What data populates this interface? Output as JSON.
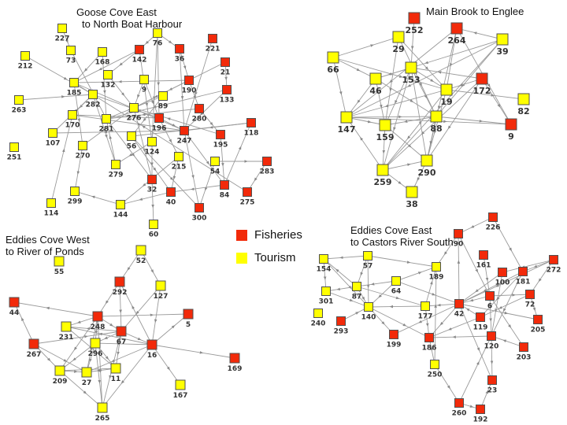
{
  "colors": {
    "fisheries": "#f22a0a",
    "tourism": "#ffff00",
    "edge": "#9a9a9a",
    "node_border": "#505050"
  },
  "legend": [
    {
      "label": "Fisheries",
      "type": "fisheries"
    },
    {
      "label": "Tourism",
      "type": "tourism"
    }
  ],
  "panels": [
    {
      "title": [
        "Goose Cove East",
        "to North Boat Harbour"
      ],
      "nodes": [
        {
          "id": "76",
          "type": "tourism"
        },
        {
          "id": "227",
          "type": "tourism"
        },
        {
          "id": "73",
          "type": "tourism"
        },
        {
          "id": "212",
          "type": "tourism"
        },
        {
          "id": "168",
          "type": "tourism"
        },
        {
          "id": "142",
          "type": "fisheries"
        },
        {
          "id": "36",
          "type": "fisheries"
        },
        {
          "id": "221",
          "type": "fisheries"
        },
        {
          "id": "21",
          "type": "fisheries"
        },
        {
          "id": "132",
          "type": "tourism"
        },
        {
          "id": "9",
          "type": "tourism"
        },
        {
          "id": "190",
          "type": "fisheries"
        },
        {
          "id": "133",
          "type": "fisheries"
        },
        {
          "id": "185",
          "type": "tourism"
        },
        {
          "id": "282",
          "type": "tourism"
        },
        {
          "id": "89",
          "type": "tourism"
        },
        {
          "id": "263",
          "type": "tourism"
        },
        {
          "id": "276",
          "type": "tourism"
        },
        {
          "id": "280",
          "type": "fisheries"
        },
        {
          "id": "170",
          "type": "tourism"
        },
        {
          "id": "281",
          "type": "tourism"
        },
        {
          "id": "196",
          "type": "fisheries"
        },
        {
          "id": "118",
          "type": "fisheries"
        },
        {
          "id": "247",
          "type": "fisheries"
        },
        {
          "id": "195",
          "type": "fisheries"
        },
        {
          "id": "107",
          "type": "tourism"
        },
        {
          "id": "56",
          "type": "tourism"
        },
        {
          "id": "124",
          "type": "tourism"
        },
        {
          "id": "270",
          "type": "tourism"
        },
        {
          "id": "251",
          "type": "tourism"
        },
        {
          "id": "215",
          "type": "tourism"
        },
        {
          "id": "54",
          "type": "tourism"
        },
        {
          "id": "283",
          "type": "fisheries"
        },
        {
          "id": "279",
          "type": "tourism"
        },
        {
          "id": "32",
          "type": "fisheries"
        },
        {
          "id": "84",
          "type": "fisheries"
        },
        {
          "id": "40",
          "type": "fisheries"
        },
        {
          "id": "275",
          "type": "fisheries"
        },
        {
          "id": "299",
          "type": "tourism"
        },
        {
          "id": "114",
          "type": "tourism"
        },
        {
          "id": "144",
          "type": "tourism"
        },
        {
          "id": "300",
          "type": "fisheries"
        },
        {
          "id": "60",
          "type": "tourism"
        }
      ],
      "edges": [
        [
          "76",
          "142"
        ],
        [
          "76",
          "36"
        ],
        [
          "76",
          "196"
        ],
        [
          "76",
          "124"
        ],
        [
          "142",
          "185"
        ],
        [
          "142",
          "132"
        ],
        [
          "142",
          "124"
        ],
        [
          "36",
          "190"
        ],
        [
          "36",
          "247"
        ],
        [
          "221",
          "247"
        ],
        [
          "21",
          "133"
        ],
        [
          "21",
          "276"
        ],
        [
          "133",
          "247"
        ],
        [
          "133",
          "281"
        ],
        [
          "190",
          "276"
        ],
        [
          "190",
          "280"
        ],
        [
          "190",
          "185"
        ],
        [
          "168",
          "185"
        ],
        [
          "168",
          "281"
        ],
        [
          "227",
          "73"
        ],
        [
          "73",
          "281"
        ],
        [
          "212",
          "282"
        ],
        [
          "263",
          "282"
        ],
        [
          "185",
          "270"
        ],
        [
          "185",
          "247"
        ],
        [
          "282",
          "170"
        ],
        [
          "282",
          "279"
        ],
        [
          "282",
          "196"
        ],
        [
          "132",
          "276"
        ],
        [
          "9",
          "276"
        ],
        [
          "9",
          "196"
        ],
        [
          "89",
          "281"
        ],
        [
          "89",
          "56"
        ],
        [
          "276",
          "270"
        ],
        [
          "276",
          "32"
        ],
        [
          "280",
          "281"
        ],
        [
          "280",
          "195"
        ],
        [
          "196",
          "247"
        ],
        [
          "196",
          "215"
        ],
        [
          "196",
          "170"
        ],
        [
          "118",
          "56"
        ],
        [
          "118",
          "247"
        ],
        [
          "247",
          "107"
        ],
        [
          "247",
          "300"
        ],
        [
          "247",
          "84"
        ],
        [
          "195",
          "276"
        ],
        [
          "195",
          "84"
        ],
        [
          "107",
          "282"
        ],
        [
          "56",
          "40"
        ],
        [
          "56",
          "300"
        ],
        [
          "124",
          "32"
        ],
        [
          "124",
          "279"
        ],
        [
          "270",
          "299"
        ],
        [
          "215",
          "144"
        ],
        [
          "215",
          "40"
        ],
        [
          "54",
          "283"
        ],
        [
          "54",
          "300"
        ],
        [
          "283",
          "275"
        ],
        [
          "84",
          "40"
        ],
        [
          "84",
          "118"
        ],
        [
          "275",
          "185"
        ],
        [
          "32",
          "60"
        ],
        [
          "144",
          "299"
        ],
        [
          "114",
          "170"
        ],
        [
          "40",
          "144"
        ],
        [
          "279",
          "281"
        ],
        [
          "170",
          "247"
        ],
        [
          "281",
          "32"
        ]
      ]
    },
    {
      "title": [
        "Main Brook to Englee"
      ],
      "nodes": [
        {
          "id": "252",
          "type": "fisheries"
        },
        {
          "id": "264",
          "type": "fisheries"
        },
        {
          "id": "29",
          "type": "tourism"
        },
        {
          "id": "39",
          "type": "tourism"
        },
        {
          "id": "66",
          "type": "tourism"
        },
        {
          "id": "153",
          "type": "tourism"
        },
        {
          "id": "46",
          "type": "tourism"
        },
        {
          "id": "172",
          "type": "fisheries"
        },
        {
          "id": "19",
          "type": "tourism"
        },
        {
          "id": "82",
          "type": "tourism"
        },
        {
          "id": "147",
          "type": "tourism"
        },
        {
          "id": "88",
          "type": "tourism"
        },
        {
          "id": "159",
          "type": "tourism"
        },
        {
          "id": "9",
          "type": "fisheries"
        },
        {
          "id": "290",
          "type": "tourism"
        },
        {
          "id": "259",
          "type": "tourism"
        },
        {
          "id": "38",
          "type": "tourism"
        }
      ],
      "edges": [
        [
          "66",
          "29"
        ],
        [
          "66",
          "46"
        ],
        [
          "66",
          "147"
        ],
        [
          "66",
          "19"
        ],
        [
          "29",
          "19"
        ],
        [
          "29",
          "159"
        ],
        [
          "29",
          "88"
        ],
        [
          "252",
          "153"
        ],
        [
          "264",
          "147"
        ],
        [
          "264",
          "19"
        ],
        [
          "264",
          "290"
        ],
        [
          "264",
          "9"
        ],
        [
          "39",
          "264"
        ],
        [
          "39",
          "46"
        ],
        [
          "39",
          "147"
        ],
        [
          "39",
          "88"
        ],
        [
          "39",
          "259"
        ],
        [
          "153",
          "46"
        ],
        [
          "153",
          "19"
        ],
        [
          "153",
          "88"
        ],
        [
          "153",
          "159"
        ],
        [
          "153",
          "259"
        ],
        [
          "153",
          "290"
        ],
        [
          "46",
          "147"
        ],
        [
          "46",
          "159"
        ],
        [
          "46",
          "88"
        ],
        [
          "172",
          "153"
        ],
        [
          "172",
          "19"
        ],
        [
          "172",
          "290"
        ],
        [
          "172",
          "9"
        ],
        [
          "172",
          "259"
        ],
        [
          "19",
          "82"
        ],
        [
          "19",
          "147"
        ],
        [
          "19",
          "290"
        ],
        [
          "19",
          "259"
        ],
        [
          "147",
          "159"
        ],
        [
          "147",
          "88"
        ],
        [
          "88",
          "9"
        ],
        [
          "88",
          "159"
        ],
        [
          "88",
          "290"
        ],
        [
          "159",
          "259"
        ],
        [
          "159",
          "290"
        ],
        [
          "259",
          "290"
        ],
        [
          "259",
          "38"
        ],
        [
          "290",
          "38"
        ],
        [
          "259",
          "147"
        ],
        [
          "147",
          "9"
        ]
      ]
    },
    {
      "title": [
        "Eddies Cove West",
        "to River of Ponds"
      ],
      "nodes": [
        {
          "id": "55",
          "type": "tourism"
        },
        {
          "id": "52",
          "type": "tourism"
        },
        {
          "id": "292",
          "type": "fisheries"
        },
        {
          "id": "127",
          "type": "tourism"
        },
        {
          "id": "44",
          "type": "fisheries"
        },
        {
          "id": "5",
          "type": "fisheries"
        },
        {
          "id": "248",
          "type": "fisheries"
        },
        {
          "id": "231",
          "type": "tourism"
        },
        {
          "id": "67",
          "type": "fisheries"
        },
        {
          "id": "296",
          "type": "tourism"
        },
        {
          "id": "267",
          "type": "fisheries"
        },
        {
          "id": "16",
          "type": "fisheries"
        },
        {
          "id": "169",
          "type": "fisheries"
        },
        {
          "id": "209",
          "type": "tourism"
        },
        {
          "id": "27",
          "type": "tourism"
        },
        {
          "id": "11",
          "type": "tourism"
        },
        {
          "id": "167",
          "type": "tourism"
        },
        {
          "id": "265",
          "type": "tourism"
        }
      ],
      "edges": [
        [
          "52",
          "292"
        ],
        [
          "52",
          "127"
        ],
        [
          "292",
          "248"
        ],
        [
          "292",
          "67"
        ],
        [
          "127",
          "67"
        ],
        [
          "127",
          "16"
        ],
        [
          "16",
          "292"
        ],
        [
          "248",
          "44"
        ],
        [
          "248",
          "231"
        ],
        [
          "248",
          "5"
        ],
        [
          "248",
          "67"
        ],
        [
          "248",
          "296"
        ],
        [
          "248",
          "27"
        ],
        [
          "248",
          "209"
        ],
        [
          "67",
          "296"
        ],
        [
          "67",
          "11"
        ],
        [
          "67",
          "231"
        ],
        [
          "67",
          "16"
        ],
        [
          "67",
          "265"
        ],
        [
          "267",
          "44"
        ],
        [
          "267",
          "209"
        ],
        [
          "267",
          "67"
        ],
        [
          "267",
          "27"
        ],
        [
          "16",
          "5"
        ],
        [
          "16",
          "169"
        ],
        [
          "16",
          "167"
        ],
        [
          "16",
          "27"
        ],
        [
          "16",
          "265"
        ],
        [
          "16",
          "231"
        ],
        [
          "296",
          "209"
        ],
        [
          "296",
          "27"
        ],
        [
          "296",
          "11"
        ],
        [
          "296",
          "265"
        ],
        [
          "209",
          "27"
        ],
        [
          "209",
          "265"
        ],
        [
          "11",
          "27"
        ],
        [
          "231",
          "11"
        ],
        [
          "248",
          "265"
        ],
        [
          "11",
          "209"
        ],
        [
          "16",
          "296"
        ]
      ]
    },
    {
      "title": [
        "Eddies Cove East",
        "to Castors River South"
      ],
      "nodes": [
        {
          "id": "226",
          "type": "fisheries"
        },
        {
          "id": "90",
          "type": "fisheries"
        },
        {
          "id": "161",
          "type": "fisheries"
        },
        {
          "id": "272",
          "type": "fisheries"
        },
        {
          "id": "154",
          "type": "tourism"
        },
        {
          "id": "57",
          "type": "tourism"
        },
        {
          "id": "189",
          "type": "tourism"
        },
        {
          "id": "100",
          "type": "fisheries"
        },
        {
          "id": "181",
          "type": "fisheries"
        },
        {
          "id": "87",
          "type": "tourism"
        },
        {
          "id": "64",
          "type": "tourism"
        },
        {
          "id": "72",
          "type": "fisheries"
        },
        {
          "id": "301",
          "type": "tourism"
        },
        {
          "id": "6",
          "type": "fisheries"
        },
        {
          "id": "42",
          "type": "fisheries"
        },
        {
          "id": "140",
          "type": "tourism"
        },
        {
          "id": "177",
          "type": "tourism"
        },
        {
          "id": "240",
          "type": "tourism"
        },
        {
          "id": "293",
          "type": "fisheries"
        },
        {
          "id": "119",
          "type": "fisheries"
        },
        {
          "id": "205",
          "type": "fisheries"
        },
        {
          "id": "199",
          "type": "fisheries"
        },
        {
          "id": "186",
          "type": "fisheries"
        },
        {
          "id": "120",
          "type": "fisheries"
        },
        {
          "id": "203",
          "type": "fisheries"
        },
        {
          "id": "250",
          "type": "tourism"
        },
        {
          "id": "23",
          "type": "fisheries"
        },
        {
          "id": "260",
          "type": "fisheries"
        },
        {
          "id": "192",
          "type": "fisheries"
        }
      ],
      "edges": [
        [
          "226",
          "90"
        ],
        [
          "226",
          "181"
        ],
        [
          "90",
          "189"
        ],
        [
          "90",
          "6"
        ],
        [
          "161",
          "6"
        ],
        [
          "272",
          "181"
        ],
        [
          "272",
          "72"
        ],
        [
          "272",
          "100"
        ],
        [
          "272",
          "42"
        ],
        [
          "57",
          "154"
        ],
        [
          "57",
          "189"
        ],
        [
          "57",
          "87"
        ],
        [
          "57",
          "140"
        ],
        [
          "154",
          "301"
        ],
        [
          "154",
          "140"
        ],
        [
          "87",
          "301"
        ],
        [
          "87",
          "154"
        ],
        [
          "87",
          "140"
        ],
        [
          "64",
          "87"
        ],
        [
          "64",
          "189"
        ],
        [
          "64",
          "140"
        ],
        [
          "64",
          "42"
        ],
        [
          "301",
          "140"
        ],
        [
          "293",
          "140"
        ],
        [
          "140",
          "199"
        ],
        [
          "140",
          "186"
        ],
        [
          "177",
          "189"
        ],
        [
          "177",
          "140"
        ],
        [
          "177",
          "186"
        ],
        [
          "87",
          "177"
        ],
        [
          "42",
          "90"
        ],
        [
          "42",
          "177"
        ],
        [
          "42",
          "186"
        ],
        [
          "42",
          "199"
        ],
        [
          "42",
          "23"
        ],
        [
          "42",
          "205"
        ],
        [
          "6",
          "42"
        ],
        [
          "6",
          "120"
        ],
        [
          "6",
          "72"
        ],
        [
          "6",
          "203"
        ],
        [
          "100",
          "42"
        ],
        [
          "100",
          "120"
        ],
        [
          "181",
          "119"
        ],
        [
          "181",
          "42"
        ],
        [
          "181",
          "120"
        ],
        [
          "72",
          "205"
        ],
        [
          "72",
          "119"
        ],
        [
          "119",
          "186"
        ],
        [
          "119",
          "42"
        ],
        [
          "120",
          "186"
        ],
        [
          "120",
          "23"
        ],
        [
          "203",
          "120"
        ],
        [
          "250",
          "186"
        ],
        [
          "250",
          "189"
        ],
        [
          "250",
          "260"
        ],
        [
          "260",
          "192"
        ],
        [
          "192",
          "23"
        ],
        [
          "260",
          "120"
        ]
      ]
    }
  ]
}
